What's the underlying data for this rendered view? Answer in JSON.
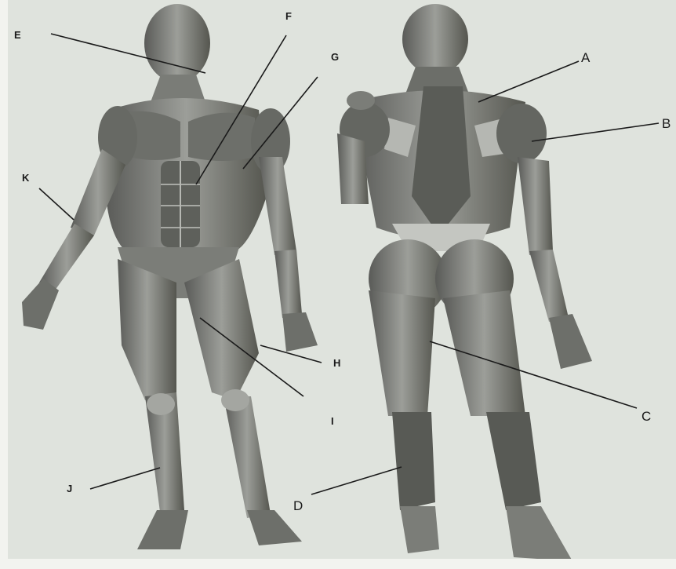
{
  "labels": {
    "A": "A",
    "B": "B",
    "C": "C",
    "D": "D",
    "E": "E",
    "F": "F",
    "G": "G",
    "H": "H",
    "I": "I",
    "J": "J",
    "K": "K"
  },
  "colors": {
    "paper": "#dfe3dd",
    "muscle_dark": "#4a4a4a",
    "muscle_mid": "#8a8c88",
    "muscle_light": "#b9bcb6",
    "leader_line": "#1a1a1a"
  }
}
